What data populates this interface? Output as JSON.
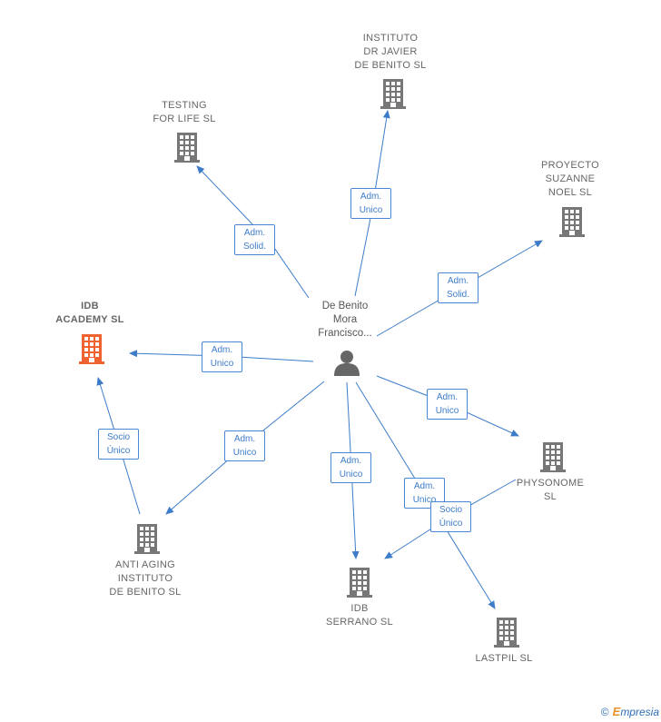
{
  "center": {
    "label": "De Benito\nMora\nFrancisco..."
  },
  "nodes": [
    {
      "id": "instituto",
      "label": "INSTITUTO\nDR JAVIER\nDE BENITO SL",
      "highlight": false
    },
    {
      "id": "testing",
      "label": "TESTING\nFOR LIFE  SL",
      "highlight": false
    },
    {
      "id": "proyecto",
      "label": "PROYECTO\nSUZANNE\nNOEL  SL",
      "highlight": false
    },
    {
      "id": "idbacademy",
      "label": "IDB\nACADEMY  SL",
      "highlight": true
    },
    {
      "id": "physonome",
      "label": "PHYSONOME\nSL",
      "highlight": false
    },
    {
      "id": "antiaging",
      "label": "ANTI AGING\nINSTITUTO\nDE BENITO SL",
      "highlight": false
    },
    {
      "id": "idbserrano",
      "label": "IDB\nSERRANO  SL",
      "highlight": false
    },
    {
      "id": "lastpil",
      "label": "LASTPIL  SL",
      "highlight": false
    }
  ],
  "edges": [
    {
      "id": "e-instituto",
      "label": "Adm.\nUnico"
    },
    {
      "id": "e-testing",
      "label": "Adm.\nSolid."
    },
    {
      "id": "e-proyecto",
      "label": "Adm.\nSolid."
    },
    {
      "id": "e-idbacademy",
      "label": "Adm.\nUnico"
    },
    {
      "id": "e-physonome",
      "label": "Adm.\nUnico"
    },
    {
      "id": "e-antiaging",
      "label": "Adm.\nUnico"
    },
    {
      "id": "e-idbserrano",
      "label": "Adm.\nUnico"
    },
    {
      "id": "e-lastpil",
      "label": "Adm.\nUnico"
    },
    {
      "id": "e-anti-idb",
      "label": "Socio\nÚnico"
    },
    {
      "id": "e-phys-serrano",
      "label": "Socio\nÚnico"
    }
  ],
  "colors": {
    "edge": "#3d7cc9",
    "building": "#777777",
    "building_highlight": "#f0622f",
    "person": "#666666"
  },
  "footer": {
    "copyright": "©",
    "brand_initial": "E",
    "brand_rest": "mpresia"
  }
}
